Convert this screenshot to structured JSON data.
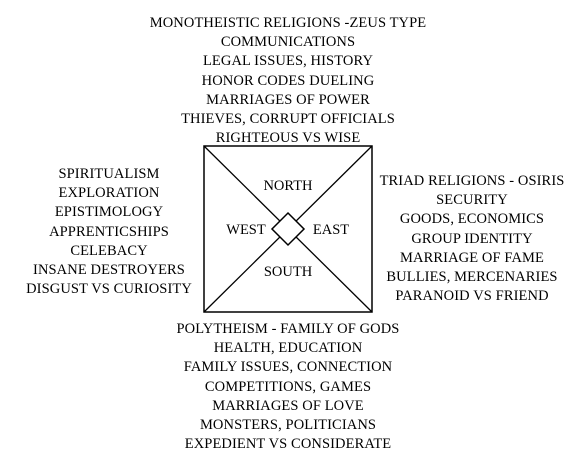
{
  "north": {
    "lines": [
      "MONOTHEISTIC RELIGIONS -ZEUS TYPE",
      "COMMUNICATIONS",
      "LEGAL ISSUES, HISTORY",
      "HONOR CODES DUELING",
      "MARRIAGES OF POWER",
      "THIEVES, CORRUPT OFFICIALS",
      "RIGHTEOUS VS WISE"
    ]
  },
  "west": {
    "lines": [
      "SPIRITUALISM",
      "EXPLORATION",
      "EPISTIMOLOGY",
      "APPRENTICSHIPS",
      "CELEBACY",
      "INSANE DESTROYERS",
      "DISGUST VS CURIOSITY"
    ]
  },
  "east": {
    "lines": [
      "TRIAD RELIGIONS - OSIRIS",
      "SECURITY",
      "GOODS, ECONOMICS",
      "GROUP IDENTITY",
      "MARRIAGE OF FAME",
      "BULLIES, MERCENARIES",
      "PARANOID VS FRIEND"
    ]
  },
  "south": {
    "lines": [
      "POLYTHEISM - FAMILY OF GODS",
      "HEALTH, EDUCATION",
      "FAMILY ISSUES, CONNECTION",
      "COMPETITIONS, GAMES",
      "MARRIAGES OF LOVE",
      "MONSTERS, POLITICIANS",
      "EXPEDIENT VS CONSIDERATE"
    ]
  },
  "compass": {
    "north_label": "NORTH",
    "south_label": "SOUTH",
    "west_label": "WEST",
    "east_label": "EAST"
  }
}
